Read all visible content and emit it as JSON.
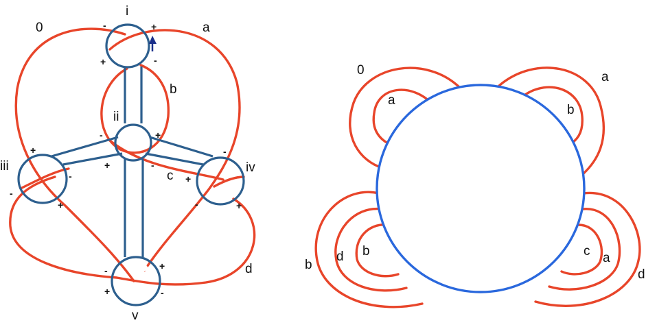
{
  "left_diagram": {
    "arc_labels": {
      "zero": "0",
      "a": "a",
      "b": "b",
      "c": "c",
      "d": "d"
    },
    "disk_labels": {
      "i": "i",
      "ii": "ii",
      "iii": "iii",
      "iv": "iv",
      "v": "v"
    },
    "signs": {
      "plus": "+",
      "minus": "-"
    }
  },
  "right_diagram": {
    "top_left": {
      "outer": "0",
      "inner": "a"
    },
    "top_right": {
      "outer": "a",
      "inner": "b"
    },
    "bottom_left": {
      "outer": "b",
      "middle": "d",
      "inner": "b"
    },
    "bottom_right": {
      "outer": "d",
      "middle": "a",
      "inner": "c"
    }
  },
  "colors": {
    "curve": "#e8452a",
    "band": "#2d5f8e",
    "circle": "#2a68dd"
  }
}
